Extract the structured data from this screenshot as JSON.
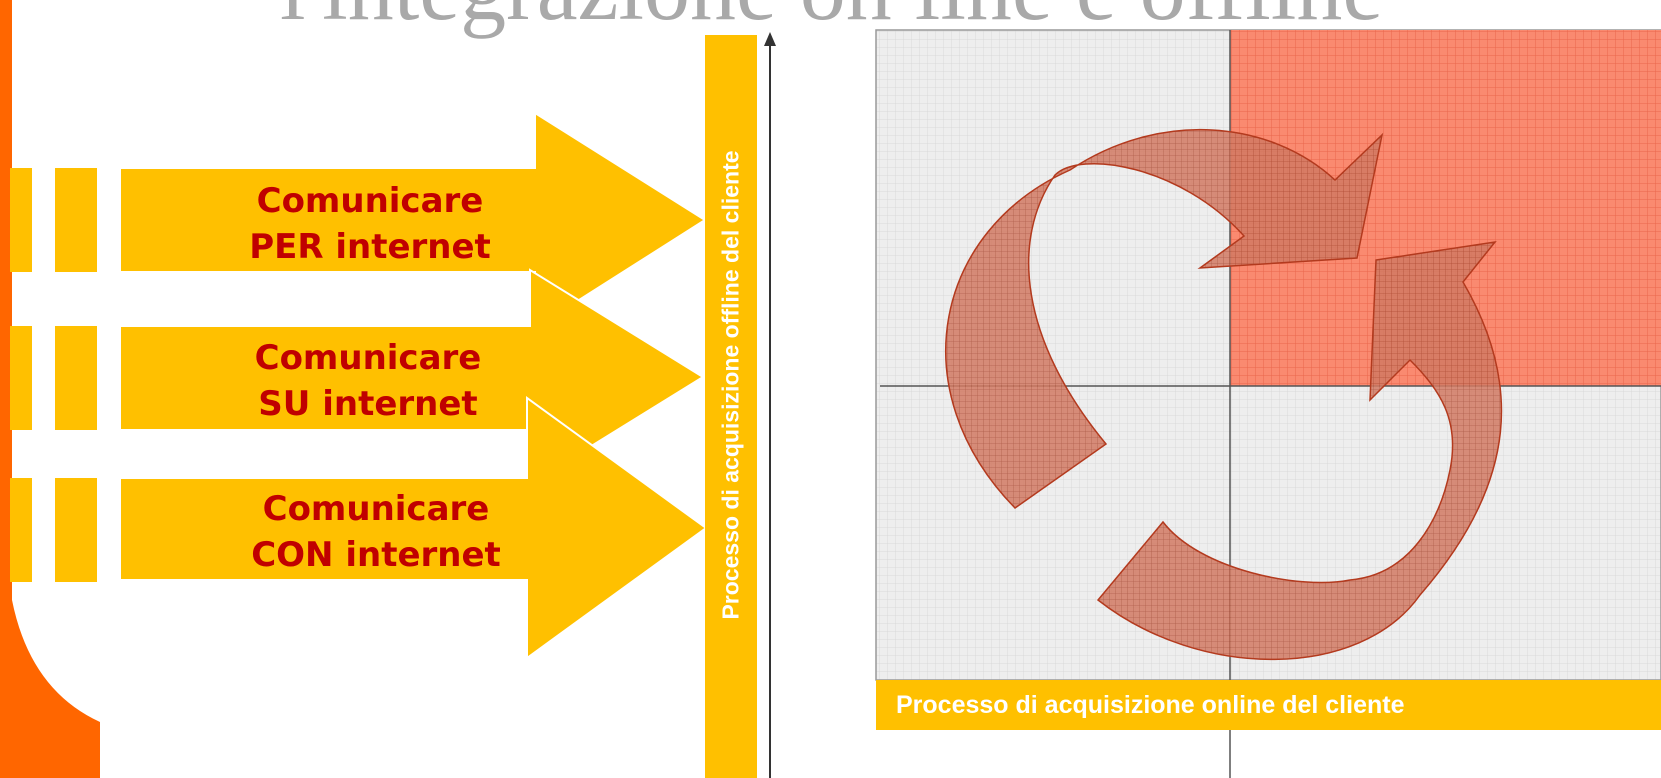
{
  "title": "l'integrazione on line e offline",
  "arrows": [
    {
      "line1": "Comunicare",
      "line2": "PER internet"
    },
    {
      "line1": "Comunicare",
      "line2": "SU internet"
    },
    {
      "line1": "Comunicare",
      "line2": "CON internet"
    }
  ],
  "axes": {
    "y_label": "Processo di acquisizione offline del cliente",
    "x_label": "Processo di acquisizione online del cliente"
  },
  "colors": {
    "accent_orange": "#ff6600",
    "arrow_yellow": "#ffc000",
    "label_red": "#c00000",
    "quadrant_highlight": "#fa8a70",
    "cycle_arrow": "#cd6e55"
  }
}
